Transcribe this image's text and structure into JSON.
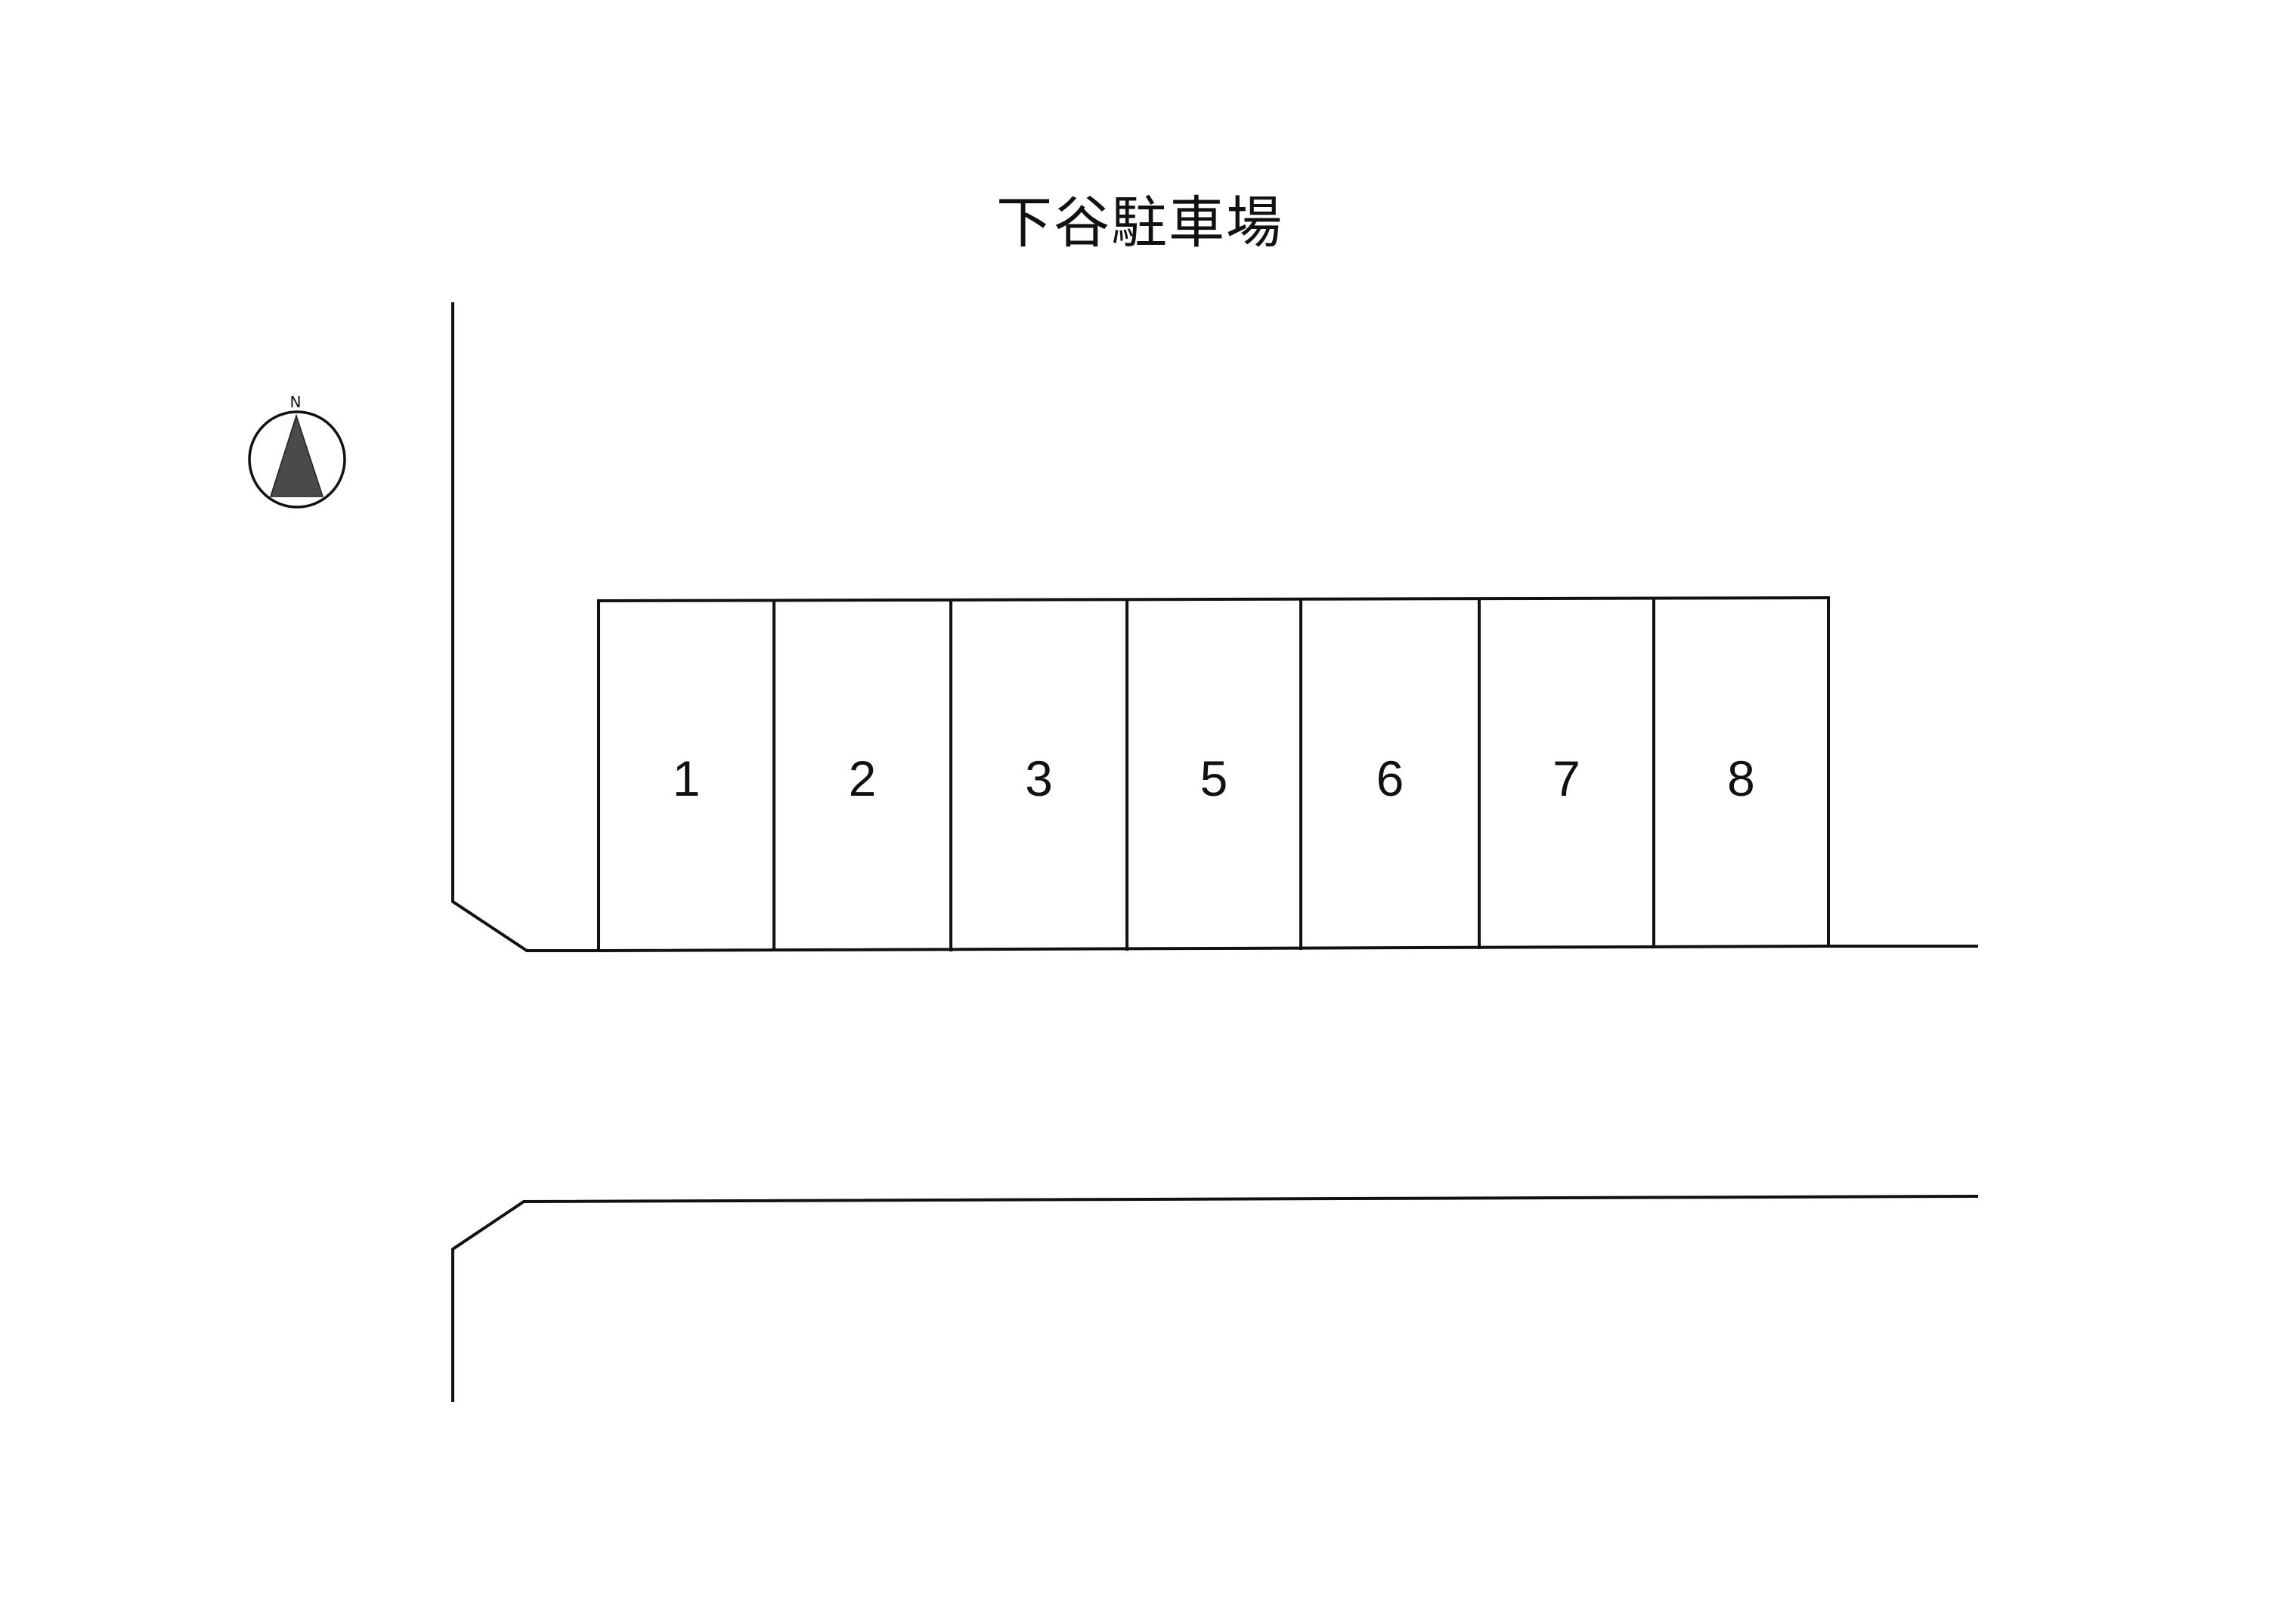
{
  "title": "下谷駐車場",
  "compass": {
    "label": "N",
    "icon": "north-arrow-icon",
    "fill_color": "#4a4a4a"
  },
  "stalls": [
    {
      "label": "1"
    },
    {
      "label": "2"
    },
    {
      "label": "3"
    },
    {
      "label": "5"
    },
    {
      "label": "6"
    },
    {
      "label": "7"
    },
    {
      "label": "8"
    }
  ],
  "colors": {
    "line": "#111111",
    "background": "#ffffff"
  }
}
